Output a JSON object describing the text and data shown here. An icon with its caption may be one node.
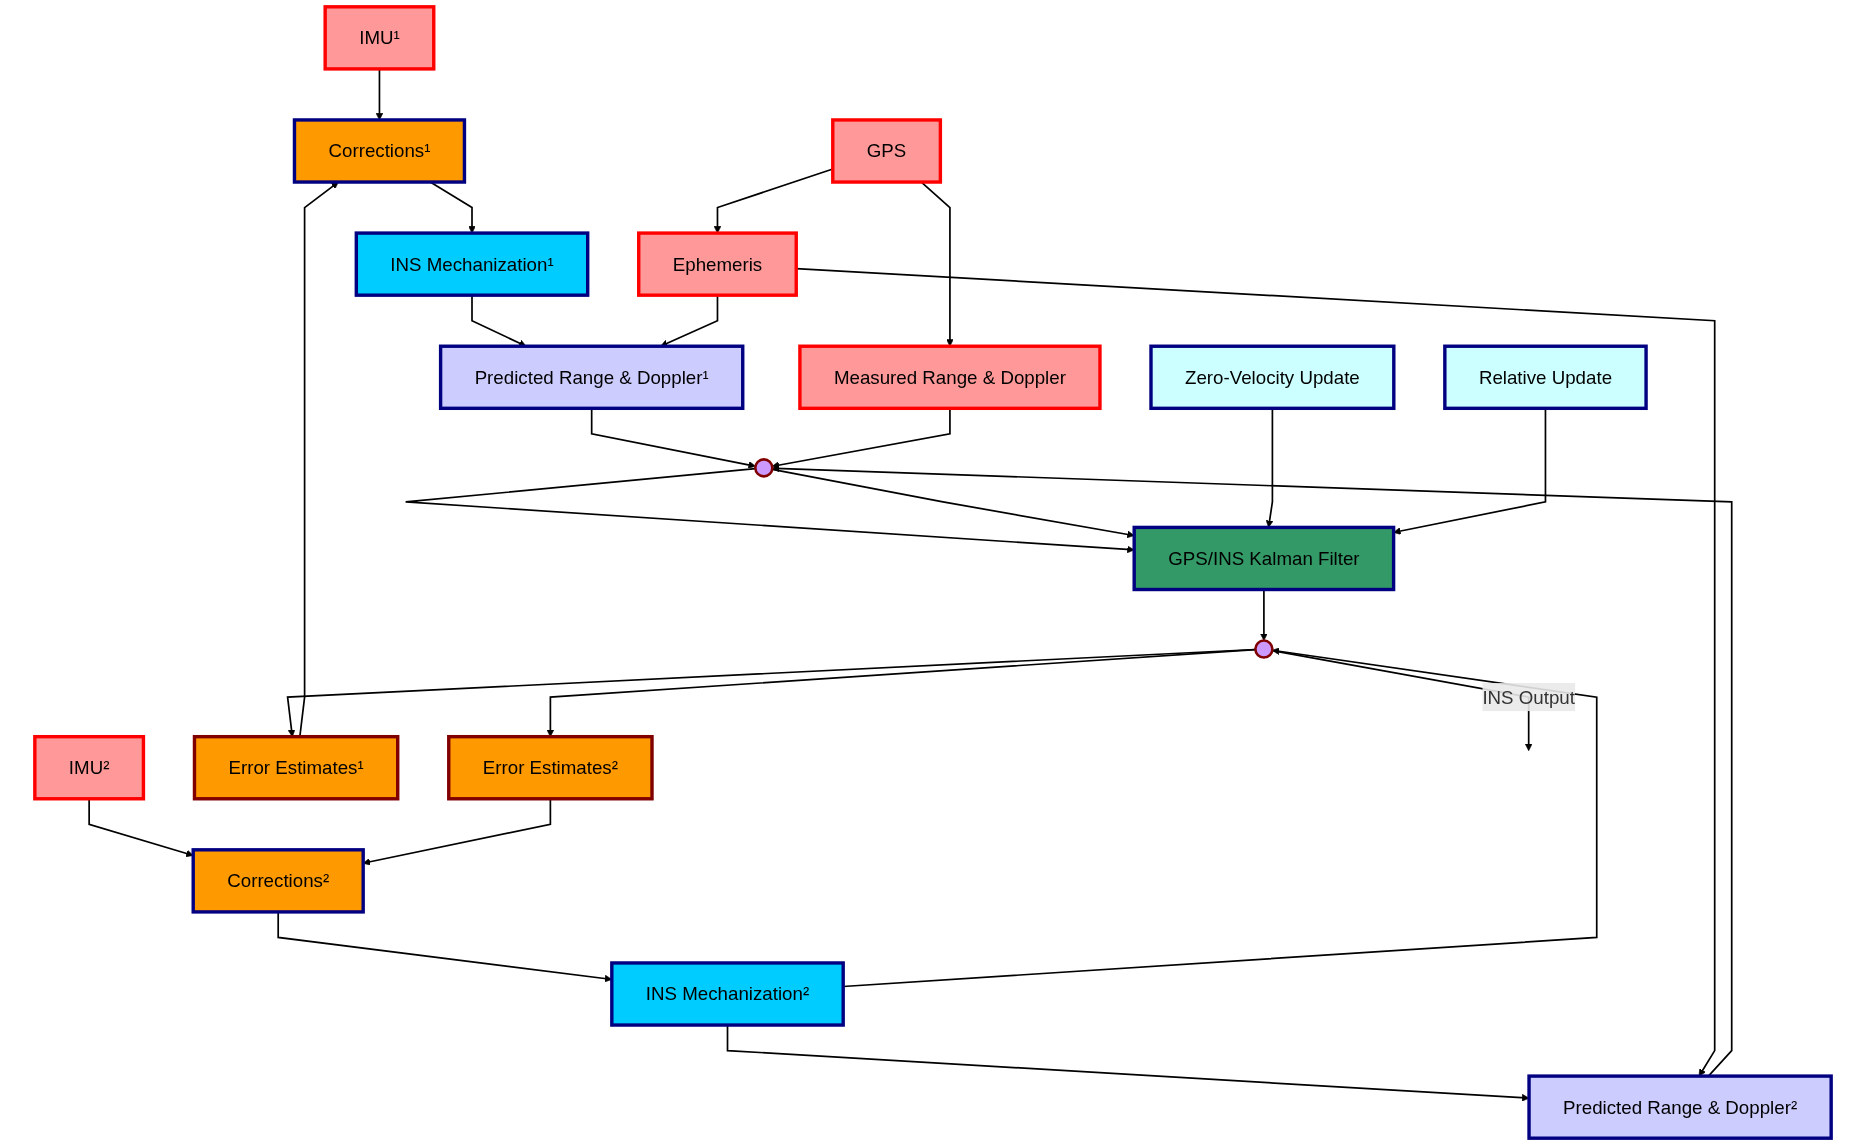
{
  "diagram": {
    "nodes": [
      {
        "text": [
          "IMU¹"
        ]
      },
      {
        "text": [
          "IMU²"
        ]
      },
      {
        "text": [
          "Error Estimates¹"
        ]
      },
      {
        "text": [
          "Corrections¹"
        ]
      },
      {
        "text": [
          "Corrections²"
        ]
      },
      {
        "text": [
          "Error Estimates²"
        ]
      },
      {
        "text": [
          "INS Mechanization¹"
        ]
      },
      {
        "text": [
          "INS Mechanization²"
        ]
      },
      {
        "text": [],
        "shape": "circle"
      },
      {
        "text": [
          "Predicted Range & Doppler¹"
        ]
      },
      {
        "text": [
          "Predicted Range & Doppler²"
        ]
      },
      {
        "text": [
          "Ephemeris"
        ]
      },
      {
        "text": [],
        "shape": "circle"
      },
      {
        "text": [
          "GPS/INS Kalman Filter"
        ]
      },
      {
        "text": [
          "GPS"
        ]
      },
      {
        "text": [
          "Measured Range & Doppler"
        ]
      },
      {
        "text": [
          "Zero-Velocity Update"
        ]
      },
      {
        "text": [
          "Relative Update"
        ]
      }
    ],
    "edges": [
      {
        "from": 0,
        "to": 3,
        "arrow": "to"
      },
      {
        "from": 1,
        "to": 4,
        "arrow": "to"
      },
      {
        "from": 2,
        "to": 3,
        "arrow": "to"
      },
      {
        "from": 5,
        "to": 4,
        "arrow": "to"
      },
      {
        "from": 3,
        "to": 6,
        "arrow": "to"
      },
      {
        "from": 4,
        "to": 7,
        "arrow": "to"
      },
      {
        "from": 6,
        "to": 9,
        "arrow": "to"
      },
      {
        "from": 7,
        "to": 10,
        "arrow": "to"
      },
      {
        "from": 7,
        "to": 8,
        "arrow": "to"
      },
      {
        "from": 8,
        "to": 2,
        "arrow": "to"
      },
      {
        "from": 8,
        "to": 5,
        "arrow": "to"
      },
      {
        "from": 8,
        "to": null,
        "arrow": "to",
        "label": "INS Output"
      },
      {
        "from": 11,
        "to": 9,
        "arrow": "to"
      },
      {
        "from": 11,
        "to": 10,
        "arrow": "to"
      },
      {
        "from": 9,
        "to": 12,
        "arrow": "to"
      },
      {
        "from": 10,
        "to": 12,
        "arrow": "to"
      },
      {
        "from": 15,
        "to": 12,
        "arrow": "to"
      },
      {
        "from": 14,
        "to": 11,
        "arrow": "to"
      },
      {
        "from": 14,
        "to": 15,
        "arrow": "to"
      },
      {
        "from": 12,
        "to": 13,
        "arrow": "to"
      },
      {
        "from": 12,
        "to": 13,
        "arrow": "to"
      },
      {
        "from": 13,
        "to": 8,
        "arrow": "to"
      },
      {
        "from": 16,
        "to": 13,
        "arrow": "to"
      },
      {
        "from": 17,
        "to": 13,
        "arrow": "to"
      }
    ]
  }
}
